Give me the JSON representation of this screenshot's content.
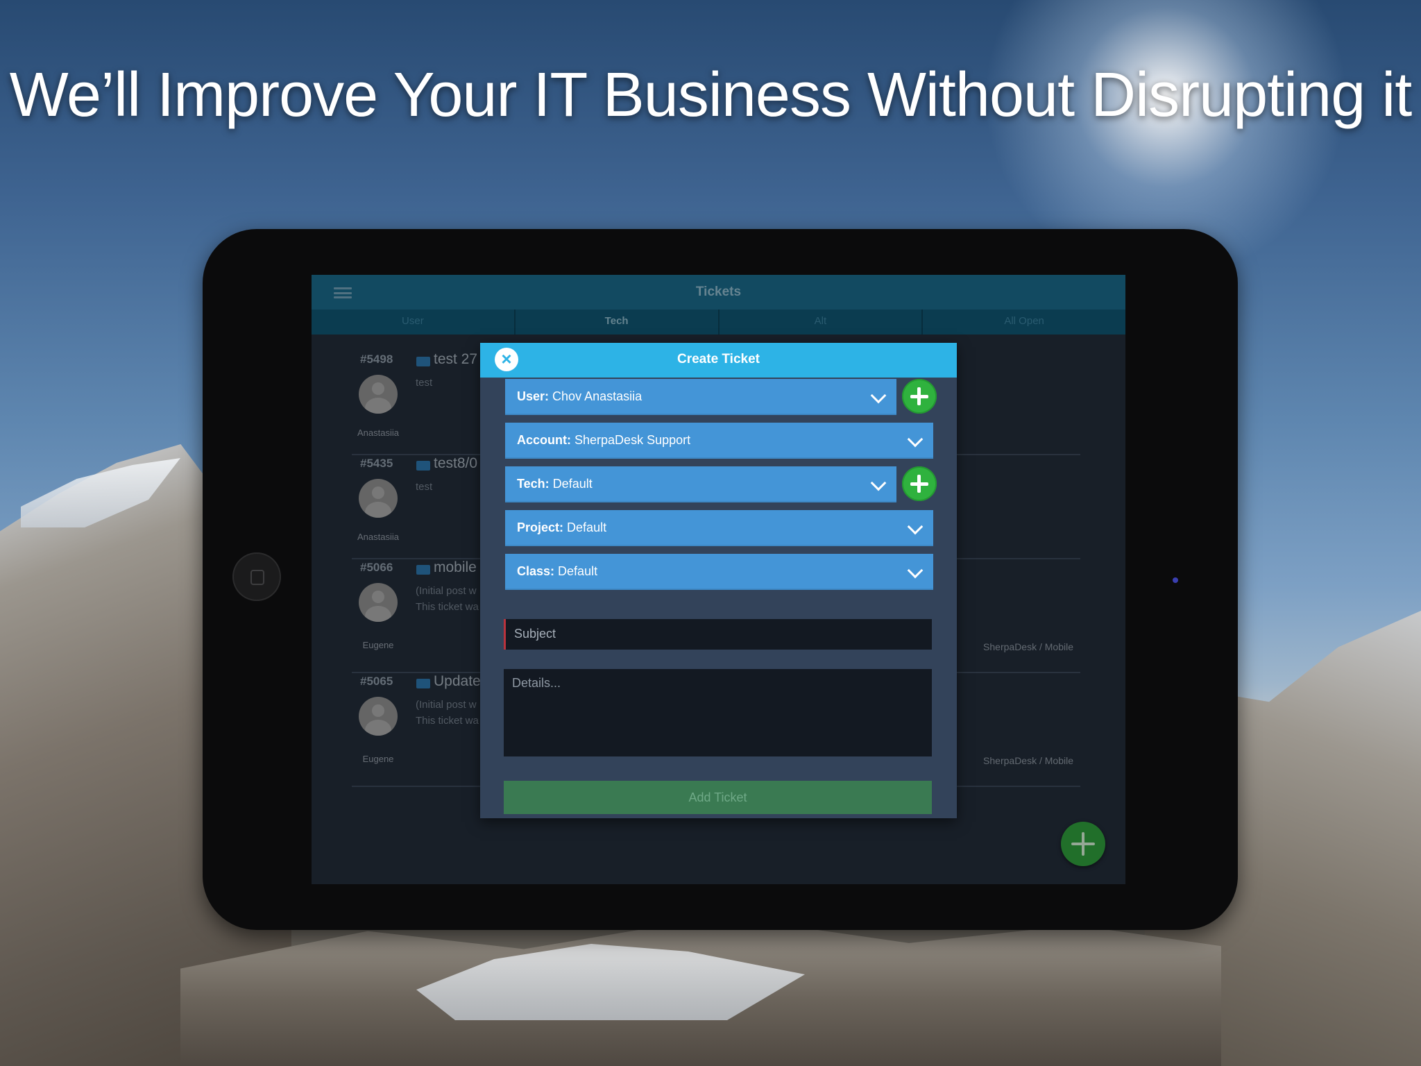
{
  "headline": "We’ll Improve Your IT Business Without Disrupting it",
  "app": {
    "title": "Tickets",
    "tabs": [
      "User",
      "Tech",
      "Alt",
      "All Open"
    ],
    "active_tab": "Tech"
  },
  "tickets": [
    {
      "number": "#5498",
      "subject": "test 27",
      "snippet_1": "test",
      "snippet_2": "",
      "user": "Anastasiia",
      "org": ""
    },
    {
      "number": "#5435",
      "subject": "test8/0",
      "snippet_1": "test",
      "snippet_2": "",
      "user": "Anastasiia",
      "org": ""
    },
    {
      "number": "#5066",
      "subject": "mobile",
      "snippet_1": "(Initial post w",
      "snippet_2": "This ticket wa",
      "user": "Eugene",
      "org": "SherpaDesk / Mobile"
    },
    {
      "number": "#5065",
      "subject": "Update",
      "snippet_1": "(Initial post w",
      "snippet_2": "This ticket wa",
      "user": "Eugene",
      "org": "SherpaDesk / Mobile"
    }
  ],
  "modal": {
    "title": "Create Ticket",
    "close_glyph": "×",
    "user_label": "User:",
    "user_value": "Chov Anastasiia",
    "account_label": "Account:",
    "account_value": "SherpaDesk Support",
    "tech_label": "Tech:",
    "tech_value": "Default",
    "project_label": "Project:",
    "project_value": "Default",
    "class_label": "Class:",
    "class_value": "Default",
    "subject_placeholder": "Subject",
    "details_placeholder": "Details...",
    "submit_label": "Add Ticket"
  },
  "colors": {
    "header_bar": "#1a6787",
    "modal_header": "#2db3e6",
    "field_bg": "#4495d7",
    "add_green": "#2fb23e",
    "submit_bg": "#3a7a52"
  },
  "icons": [
    "menu-icon",
    "envelope-icon",
    "avatar-icon",
    "close-icon",
    "chevron-down-icon",
    "plus-icon"
  ]
}
